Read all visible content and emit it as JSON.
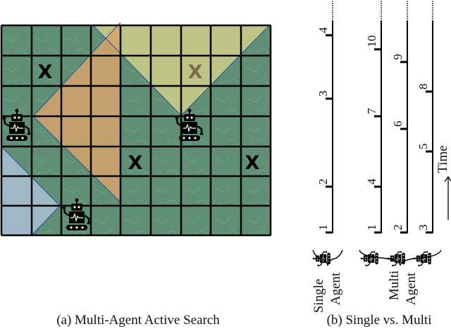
{
  "panel_a": {
    "caption": "(a) Multi-Agent Active Search",
    "target_marks": [
      "X",
      "X",
      "X",
      "X"
    ],
    "colors": {
      "grid_cell": "#5f8f74",
      "orange_region": "#d9a36a",
      "yellow_region": "#d8d48a",
      "blue_region": "#a9c0d6",
      "found_target": "#7d6a4c"
    }
  },
  "panel_b": {
    "caption": "(b) Single vs. Multi",
    "single_label": [
      "Single",
      "Agent"
    ],
    "multi_label": [
      "Multi",
      "Agent"
    ],
    "time_label": "Time",
    "single_timeline_ticks": [
      "1",
      "2",
      "3",
      "4"
    ],
    "multi_timeline_ticks": [
      [
        "1",
        "4",
        "7",
        "10"
      ],
      [
        "2",
        "6",
        "9"
      ],
      [
        "3",
        "5",
        "8"
      ]
    ]
  }
}
